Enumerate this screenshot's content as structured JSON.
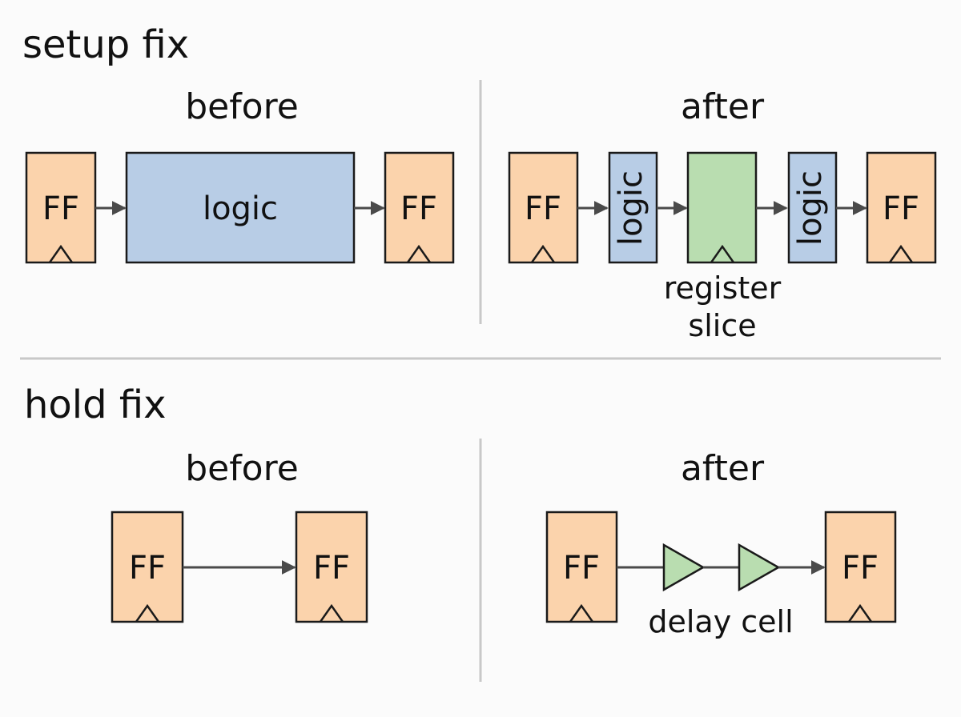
{
  "setup": {
    "title": "setup fix",
    "before": {
      "heading": "before",
      "ff_left": "FF",
      "logic": "logic",
      "ff_right": "FF"
    },
    "after": {
      "heading": "after",
      "ff_left": "FF",
      "logic_1": "logic",
      "logic_2": "logic",
      "ff_right": "FF",
      "register_label_line1": "register",
      "register_label_line2": "slice"
    }
  },
  "hold": {
    "title": "hold fix",
    "before": {
      "heading": "before",
      "ff_left": "FF",
      "ff_right": "FF"
    },
    "after": {
      "heading": "after",
      "ff_left": "FF",
      "ff_right": "FF",
      "delay_label": "delay cell"
    }
  },
  "colors": {
    "flip_flop": "#fbd3ac",
    "logic": "#b8cde6",
    "register_slice": "#b9ddb0",
    "delay_cell": "#b9ddb0"
  }
}
